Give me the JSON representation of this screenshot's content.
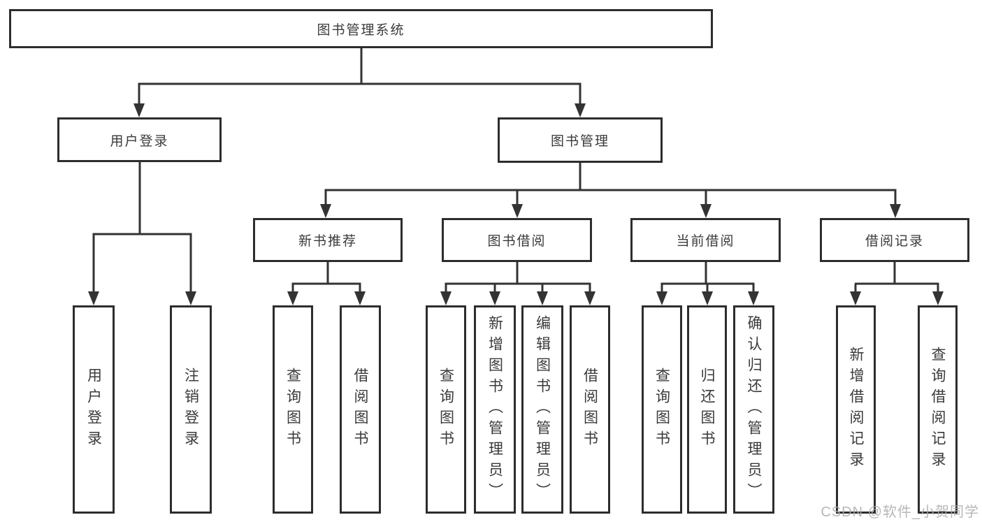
{
  "tree": {
    "root": {
      "label": "图书管理系统"
    },
    "branches": [
      {
        "label": "用户登录",
        "children": [
          {
            "label": "用户登录"
          },
          {
            "label": "注销登录"
          }
        ]
      },
      {
        "label": "图书管理",
        "children": [
          {
            "label": "新书推荐",
            "children": [
              {
                "label": "查询图书"
              },
              {
                "label": "借阅图书"
              }
            ]
          },
          {
            "label": "图书借阅",
            "children": [
              {
                "label": "查询图书"
              },
              {
                "label": "新增图书（管理员）"
              },
              {
                "label": "编辑图书（管理员）"
              },
              {
                "label": "借阅图书"
              }
            ]
          },
          {
            "label": "当前借阅",
            "children": [
              {
                "label": "查询图书"
              },
              {
                "label": "归还图书"
              },
              {
                "label": "确认归还（管理员）"
              }
            ]
          },
          {
            "label": "借阅记录",
            "children": [
              {
                "label": "新增借阅记录"
              },
              {
                "label": "查询借阅记录"
              }
            ]
          }
        ]
      }
    ]
  },
  "watermark": {
    "text": "CSDN @软件_小贺同学"
  },
  "colors": {
    "line": "#333333",
    "box_border": "#2d2d2d",
    "text": "#3a3a3a",
    "watermark": "#aaaaaa",
    "background": "#ffffff"
  }
}
